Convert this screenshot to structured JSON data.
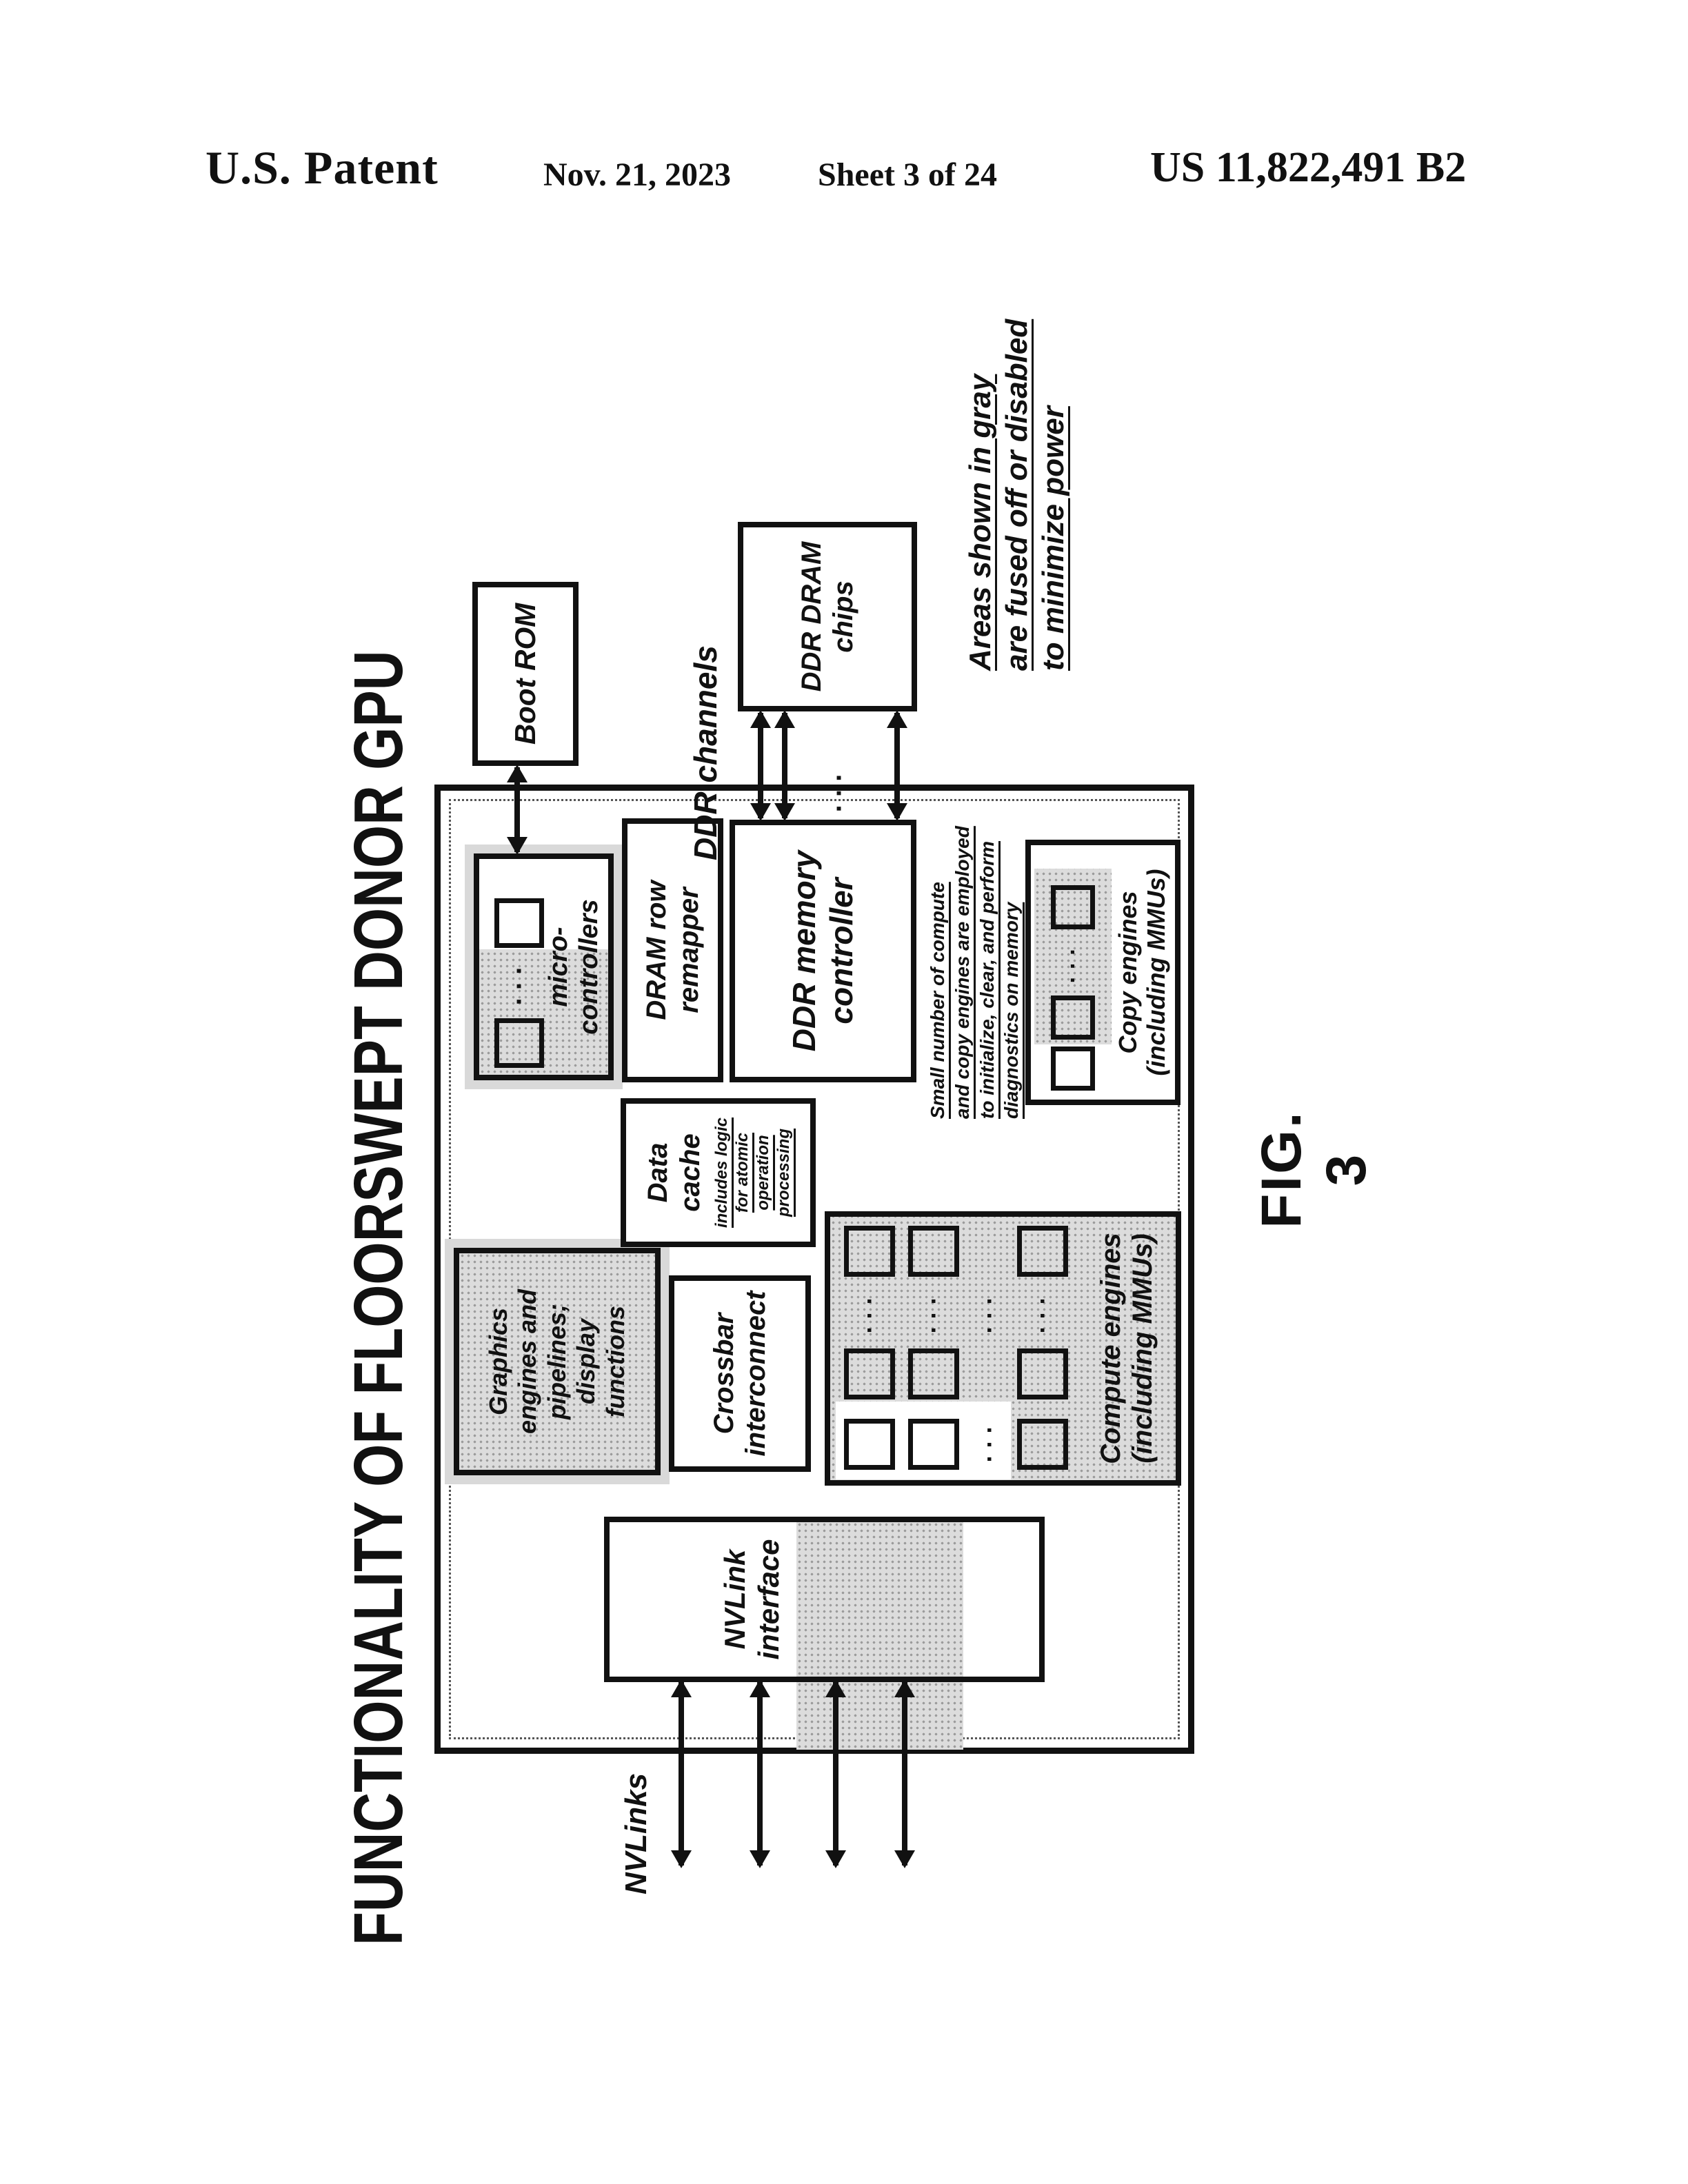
{
  "header": {
    "patent_label": "U.S. Patent",
    "date": "Nov. 21, 2023",
    "sheet": "Sheet 3 of 24",
    "publication_number": "US 11,822,491 B2"
  },
  "figure": {
    "title": "FUNCTIONALITY OF FLOORSWEPT DONOR GPU",
    "caption": "FIG. 3",
    "labels": {
      "nvlinks": "NVLinks",
      "ddr_channels": "DDR channels"
    },
    "icons": {
      "ellipsis": "···"
    },
    "boxes": {
      "boot_rom": {
        "label": "Boot ROM"
      },
      "micro_controllers": {
        "label": "micro-\ncontrollers"
      },
      "dram_row_remapper": {
        "label": "DRAM row\nremapper"
      },
      "ddr_memory_controller": {
        "label": "DDR memory\ncontroller"
      },
      "ddr_dram_chips": {
        "label": "DDR DRAM\nchips"
      },
      "data_cache": {
        "label": "Data\ncache",
        "note": "includes logic\nfor atomic\noperation\nprocessing"
      },
      "graphics": {
        "label": "Graphics\nengines and\npipelines;\ndisplay\nfunctions"
      },
      "crossbar": {
        "label": "Crossbar\ninterconnect"
      },
      "compute_engines": {
        "label": "Compute engines\n(including MMUs)"
      },
      "copy_engines": {
        "label": "Copy engines\n(including MMUs)"
      },
      "nvlink_interface": {
        "label": "NVLink\ninterface"
      }
    },
    "notes": {
      "gray_areas": "Areas shown in gray\nare fused off or disabled\nto minimize power",
      "engines_usage": "Small number of compute\nand copy engines are employed\nto initialize, clear, and perform\ndiagnostics on memory"
    },
    "colors": {
      "ink": "#111111",
      "gray_fill": "#dcdcdc"
    }
  }
}
